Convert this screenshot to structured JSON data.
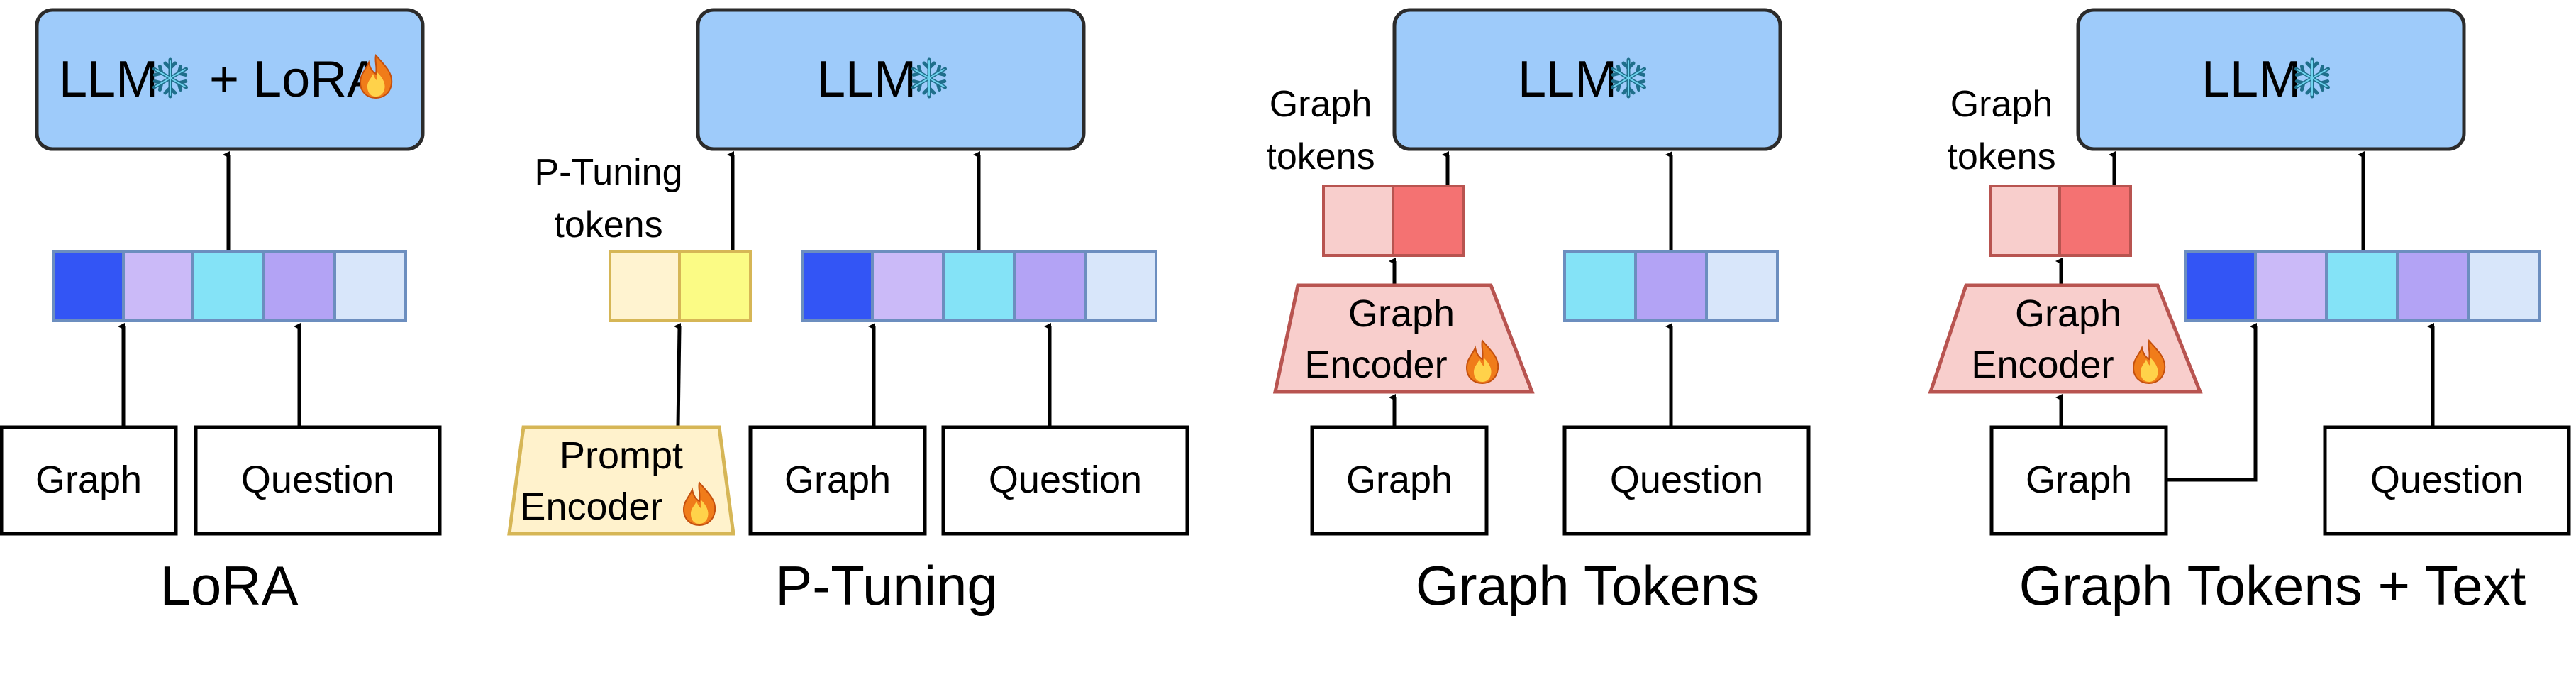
{
  "colors": {
    "llm_fill": "#9ecbfa",
    "llm_stroke": "#2b2b2b",
    "token_blue": "#3355f5",
    "token_lavender": "#cbbaf8",
    "token_cyan": "#84e3f7",
    "token_purple": "#b3a3f5",
    "token_lightblue": "#d8e6fa",
    "token_stroke": "#6c8ebf",
    "ptune_light": "#fff3d0",
    "ptune_yellow": "#fbfb85",
    "ptune_stroke": "#d6b656",
    "prompt_fill": "#fff2cc",
    "graph_light": "#f8cecc",
    "graph_red": "#f47272",
    "graph_stroke": "#b85450",
    "frozen_icon_color": "#1f6f8b",
    "fire_icon_color": "#f07c1a"
  },
  "icons": {
    "frozen": "snowflake-icon",
    "trainable": "fire-icon"
  },
  "panels": {
    "lora": {
      "llm_label": "LLM",
      "lora_label": "+ LoRA",
      "graph_label": "Graph",
      "question_label": "Question",
      "caption": "LoRA"
    },
    "ptuning": {
      "llm_label": "LLM",
      "tokens_label_line1": "P-Tuning",
      "tokens_label_line2": "tokens",
      "encoder_line1": "Prompt",
      "encoder_line2": "Encoder",
      "graph_label": "Graph",
      "question_label": "Question",
      "caption": "P-Tuning"
    },
    "graph_tokens": {
      "llm_label": "LLM",
      "tokens_label_line1": "Graph",
      "tokens_label_line2": "tokens",
      "encoder_line1": "Graph",
      "encoder_line2": "Encoder",
      "graph_label": "Graph",
      "question_label": "Question",
      "caption": "Graph Tokens"
    },
    "graph_tokens_text": {
      "llm_label": "LLM",
      "tokens_label_line1": "Graph",
      "tokens_label_line2": "tokens",
      "encoder_line1": "Graph",
      "encoder_line2": "Encoder",
      "graph_label": "Graph",
      "question_label": "Question",
      "caption": "Graph Tokens + Text"
    }
  }
}
